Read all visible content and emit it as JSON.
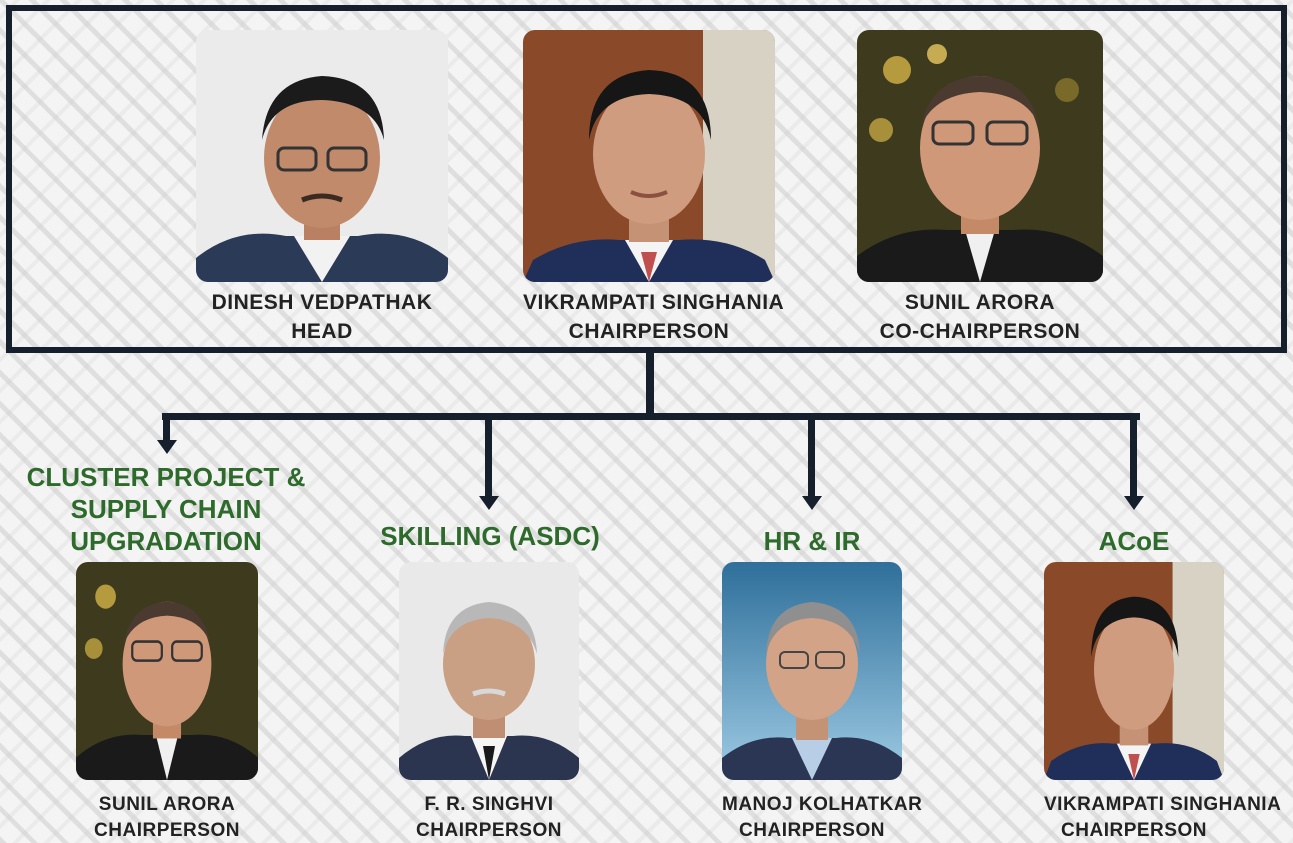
{
  "leadership": [
    {
      "name": "DINESH VEDPATHAK",
      "role": "HEAD"
    },
    {
      "name": "VIKRAMPATI SINGHANIA",
      "role": "CHAIRPERSON"
    },
    {
      "name": "SUNIL ARORA",
      "role": "CO-CHAIRPERSON"
    }
  ],
  "departments": [
    {
      "title_lines": [
        "CLUSTER PROJECT &",
        "SUPPLY CHAIN",
        "UPGRADATION"
      ],
      "name": "SUNIL ARORA",
      "role": "CHAIRPERSON"
    },
    {
      "title_lines": [
        "SKILLING (ASDC)"
      ],
      "name": "F. R. SINGHVI",
      "role": "CHAIRPERSON"
    },
    {
      "title_lines": [
        "HR & IR"
      ],
      "name": "MANOJ KOLHATKAR",
      "role": "CHAIRPERSON"
    },
    {
      "title_lines": [
        "ACoE"
      ],
      "name": "VIKRAMPATI SINGHANIA",
      "role": "CHAIRPERSON"
    }
  ],
  "colors": {
    "border": "#16202c",
    "dept_title": "#2e6a2c",
    "text": "#222222"
  },
  "icons": {
    "photo": "person-portrait-icon"
  }
}
